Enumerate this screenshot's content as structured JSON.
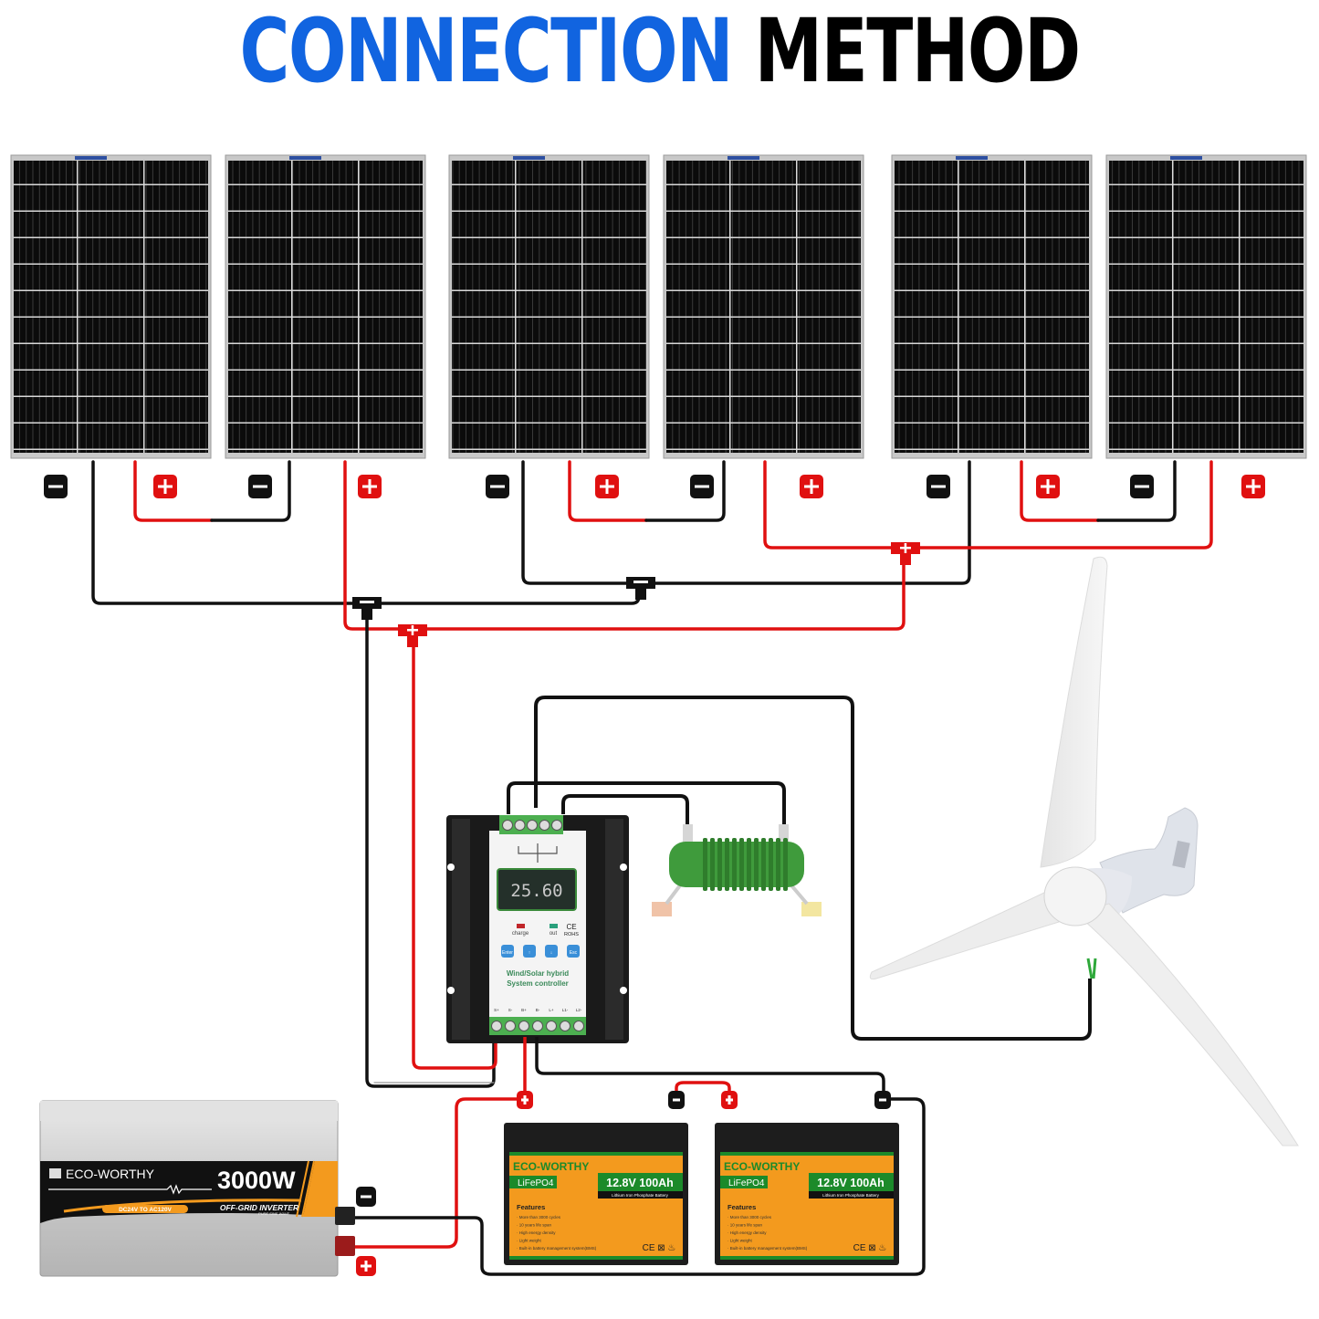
{
  "title": {
    "part1": "CONNECTION",
    "part2": "METHOD"
  },
  "colors": {
    "title_blue": "#1164e0",
    "wire_red": "#e01010",
    "wire_black": "#111111",
    "battery_orange": "#f39a1e",
    "battery_green": "#1c8a2a",
    "terminal_green": "#4caf50",
    "resistor_green": "#3f9b3c"
  },
  "solar_panels": {
    "count": 6,
    "polarity_labels": {
      "negative": "−",
      "positive": "+"
    }
  },
  "controller": {
    "display_value": "25.60",
    "indicator_charge": "charge",
    "indicator_out": "out",
    "cert": "CE",
    "rohs": "ROHS",
    "buttons": [
      "Enter",
      "↑",
      "↓",
      "Esc"
    ],
    "label_line1": "Wind/Solar hybrid",
    "label_line2": "System controller",
    "terminal_labels": [
      "S+",
      "S-",
      "B+",
      "B-",
      "L+",
      "L1-",
      "L2-"
    ]
  },
  "dump_load": {
    "name": "resistor"
  },
  "wind_turbine": {
    "blades": 3
  },
  "batteries": [
    {
      "brand": "ECO-WORTHY",
      "chem": "LiFePO4",
      "rating": "12.8V 100Ah",
      "subtitle": "Lithium Iron Phosphate Battery",
      "features_title": "Features",
      "features": [
        "· More than 3000 cycles",
        "· 10 years life span",
        "· High energy density",
        "· Light weight",
        "· Built-in battery management system(BMS)"
      ],
      "marks": "CE ⊠ ♨"
    },
    {
      "brand": "ECO-WORTHY",
      "chem": "LiFePO4",
      "rating": "12.8V 100Ah",
      "subtitle": "Lithium Iron Phosphate Battery",
      "features_title": "Features",
      "features": [
        "· More than 3000 cycles",
        "· 10 years life span",
        "· High energy density",
        "· Light weight",
        "· Built-in battery management system(BMS)"
      ],
      "marks": "CE ⊠ ♨"
    }
  ],
  "inverter": {
    "brand": "ECO-WORTHY",
    "power": "3000W",
    "voltage": "DC24V TO AC120V",
    "type": "OFF-GRID INVERTER",
    "subtype": "PURE SINE WAVE"
  }
}
